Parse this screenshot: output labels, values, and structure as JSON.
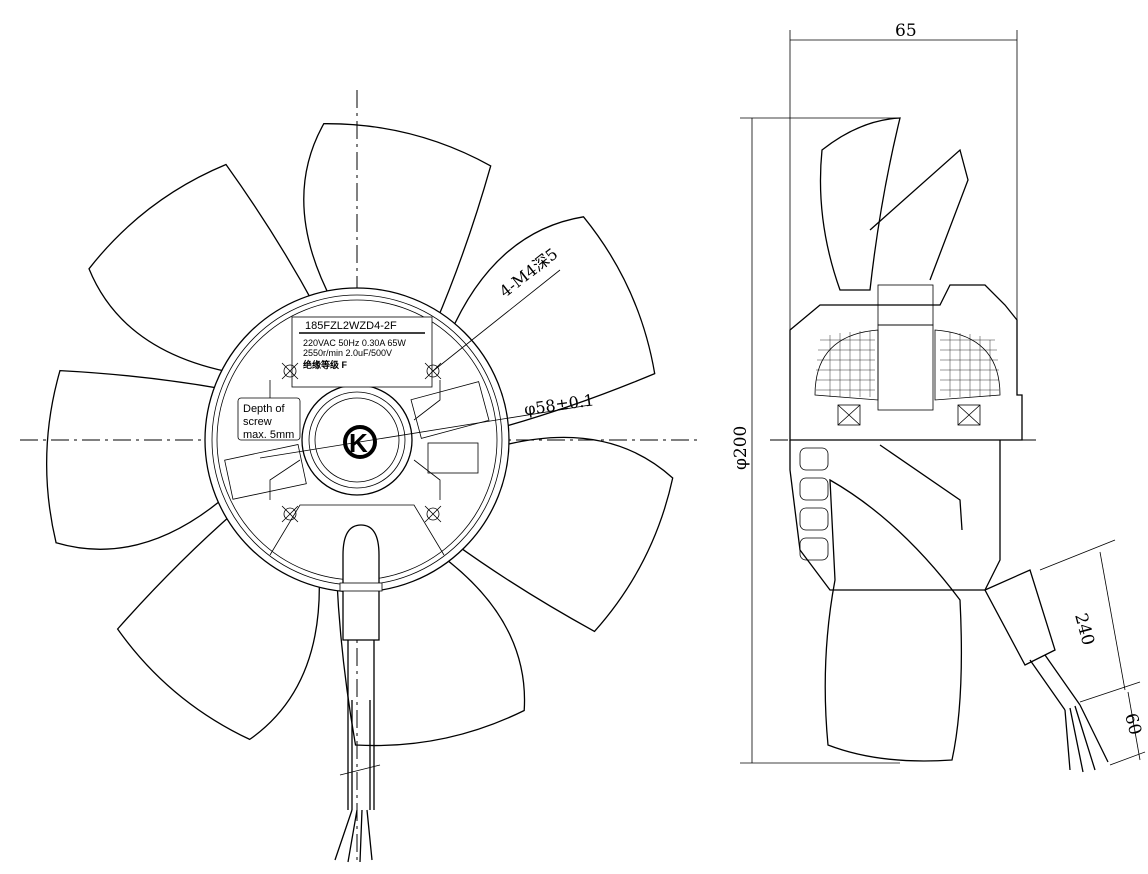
{
  "nameplate": {
    "model": "185FZL2WZD4-2F",
    "line1": "220VAC 50Hz 0.30A 65W",
    "line2": "2550r/min 2.0uF/500V",
    "insulation": "绝缘等级 F"
  },
  "note": {
    "line1": "Depth of",
    "line2": "screw",
    "line3": "max. 5mm"
  },
  "logo": "K",
  "front_view": {
    "blade_count": 7,
    "screw_callout": "4-M4深5",
    "hub_diameter": "φ58±0.1"
  },
  "side_view": {
    "depth": "65",
    "diameter": "φ200",
    "cable_length": "240",
    "strip_length": "60"
  }
}
